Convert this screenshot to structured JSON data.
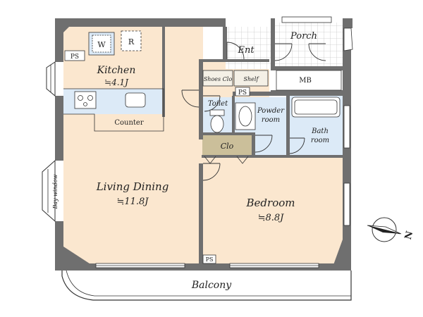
{
  "colors": {
    "wall": "#6f6f6f",
    "living_floor": "#fbe7cf",
    "wet_area": "#dceaf7",
    "closet": "#cbbf9a",
    "tile_grid": "#c8c8c8",
    "balcony_floor": "#ffffff",
    "outline": "#333333"
  },
  "rooms": {
    "kitchen": {
      "name": "Kitchen",
      "area": "≒4.1J"
    },
    "living_dining": {
      "name": "Living Dining",
      "area": "≒11.8J"
    },
    "bedroom": {
      "name": "Bedroom",
      "area": "≒8.8J"
    },
    "entrance": {
      "name": "Ent"
    },
    "porch": {
      "name": "Porch"
    },
    "toilet": {
      "name": "Toilet"
    },
    "powder_room": {
      "line1": "Powder",
      "line2": "room"
    },
    "bath_room": {
      "line1": "Bath",
      "line2": "room"
    },
    "closet": {
      "name": "Clo"
    },
    "balcony": {
      "name": "Balcony"
    }
  },
  "fixtures": {
    "counter": "Counter",
    "washer": "W",
    "refrigerator": "R",
    "pipe_space": "PS",
    "shoes_closet": "Shoes Clo",
    "shelf": "Shelf",
    "meter_box": "MB",
    "bay_window": "Bay window"
  },
  "compass": {
    "label": "N"
  }
}
